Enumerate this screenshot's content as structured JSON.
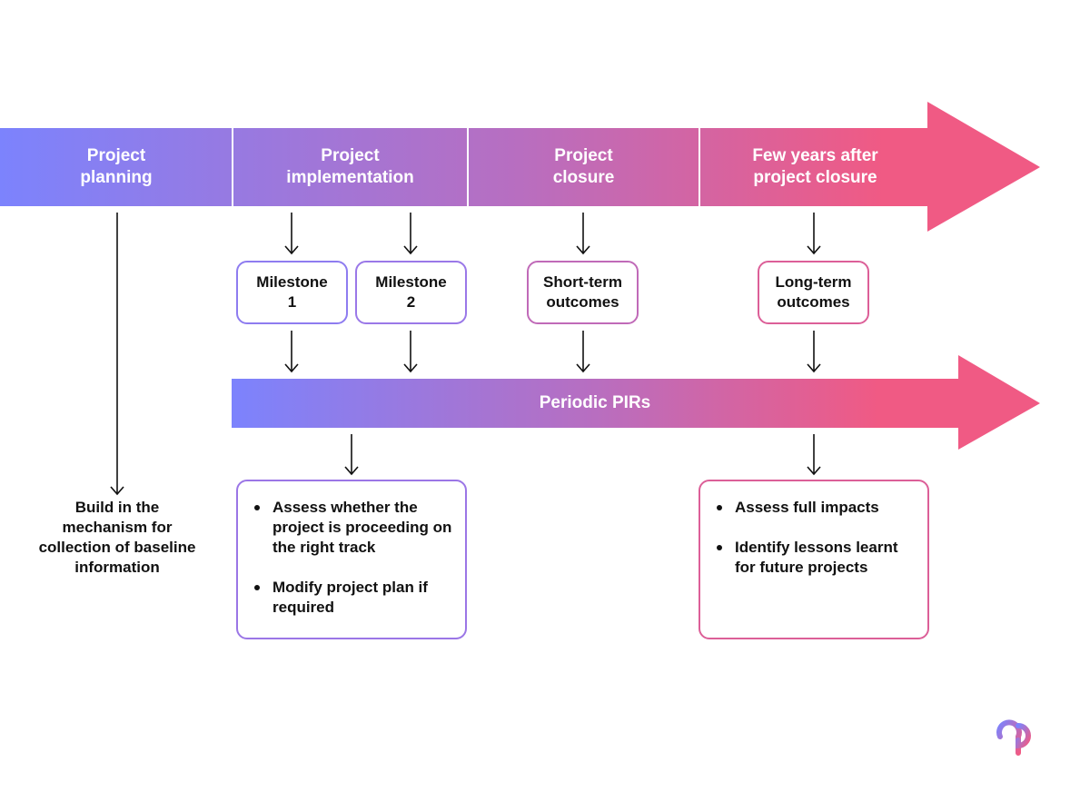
{
  "colors": {
    "gradient_start": "#7c83fd",
    "gradient_mid": "#b86ec0",
    "gradient_end": "#f05a84",
    "box_milestone_1": "#8e7cf0",
    "box_milestone_2": "#9a78e8",
    "box_short_term": "#c06ab8",
    "box_long_term": "#dc5f98",
    "box_left_text": "#9b76e6",
    "box_right_text": "#dc5f98"
  },
  "phases": [
    {
      "label": "Project\nplanning"
    },
    {
      "label": "Project\nimplementation"
    },
    {
      "label": "Project\nclosure"
    },
    {
      "label": "Few years after\nproject closure"
    }
  ],
  "checkpoints": [
    {
      "label": "Milestone\n1"
    },
    {
      "label": "Milestone\n2"
    },
    {
      "label": "Short-term\noutcomes"
    },
    {
      "label": "Long-term\noutcomes"
    }
  ],
  "pir_bar": {
    "label": "Periodic PIRs"
  },
  "baseline_note": "Build in the mechanism for collection of baseline information",
  "implementation_actions": [
    "Assess whether the project is proceeding on the right track",
    "Modify project plan if required"
  ],
  "post_closure_actions": [
    "Assess full impacts",
    "Identify lessons learnt for future projects"
  ],
  "logo": {
    "icon": "brand-logo-icon"
  }
}
